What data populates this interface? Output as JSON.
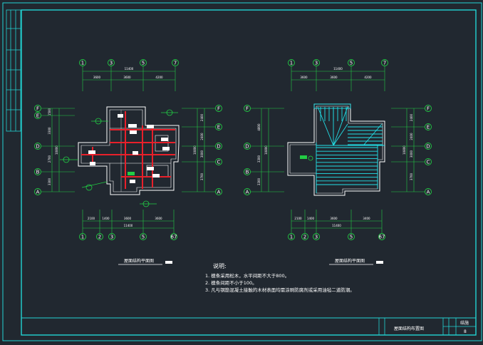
{
  "drawing": {
    "colors": {
      "background": "#212830",
      "frame": "#22d3d3",
      "axis": "#22cc44",
      "wall": "#ffffff",
      "beam": "#e8202a",
      "roof": "#22e0e8",
      "dim": "#ffffff"
    },
    "left_plan": {
      "top_axes": [
        "1",
        "3",
        "5",
        "7"
      ],
      "bottom_axes": [
        "1",
        "2",
        "3",
        "5",
        "67"
      ],
      "left_axes": [
        "F",
        "E",
        "D",
        "B",
        "A"
      ],
      "right_axes": [
        "F",
        "E",
        "D",
        "C",
        "A"
      ],
      "top_total_dim": "11400",
      "top_dims": [
        "3600",
        "3600",
        "4200"
      ],
      "bottom_total_dim": "11400",
      "bottom_dims": [
        "2100",
        "1400",
        "3600",
        "3600"
      ],
      "left_dims": [
        "1500",
        "3300",
        "2700",
        "3300"
      ],
      "left_total_dim": "10800",
      "right_dims": [
        "2400",
        "2400",
        "3000",
        "3700"
      ],
      "right_total_dim": "10800",
      "caption": "屋面结构平面图"
    },
    "right_plan": {
      "top_axes": [
        "1",
        "3",
        "5",
        "7"
      ],
      "bottom_axes": [
        "1",
        "2",
        "3",
        "5",
        "67"
      ],
      "left_axes": [
        "F",
        "D",
        "B",
        "A"
      ],
      "right_axes": [
        "F",
        "E",
        "D",
        "C",
        "A"
      ],
      "top_total_dim": "11400",
      "top_dims": [
        "3600",
        "3600",
        "4200"
      ],
      "bottom_total_dim": "11400",
      "bottom_dims": [
        "2100",
        "1400",
        "3600",
        "3400"
      ],
      "left_dims": [
        "4800",
        "3300",
        "3300"
      ],
      "left_total_dim": "10800",
      "right_dims": [
        "2400",
        "2400",
        "3000",
        "3700"
      ],
      "right_total_dim": "10800",
      "caption": "屋面结构平面图"
    },
    "notes": {
      "title": "说明:",
      "lines": [
        "1. 檩条采用松木，水平间距不大于800。",
        "2. 檩条间距不小于100。",
        "3. 凡与钢筋混凝土接触的木材表面均需涂刷防腐剂或采用油毡二道防潮。"
      ]
    },
    "title_block": {
      "drawing_name": "屋面结构布置图",
      "sheet_label": "结施",
      "sheet_no": "8"
    }
  }
}
